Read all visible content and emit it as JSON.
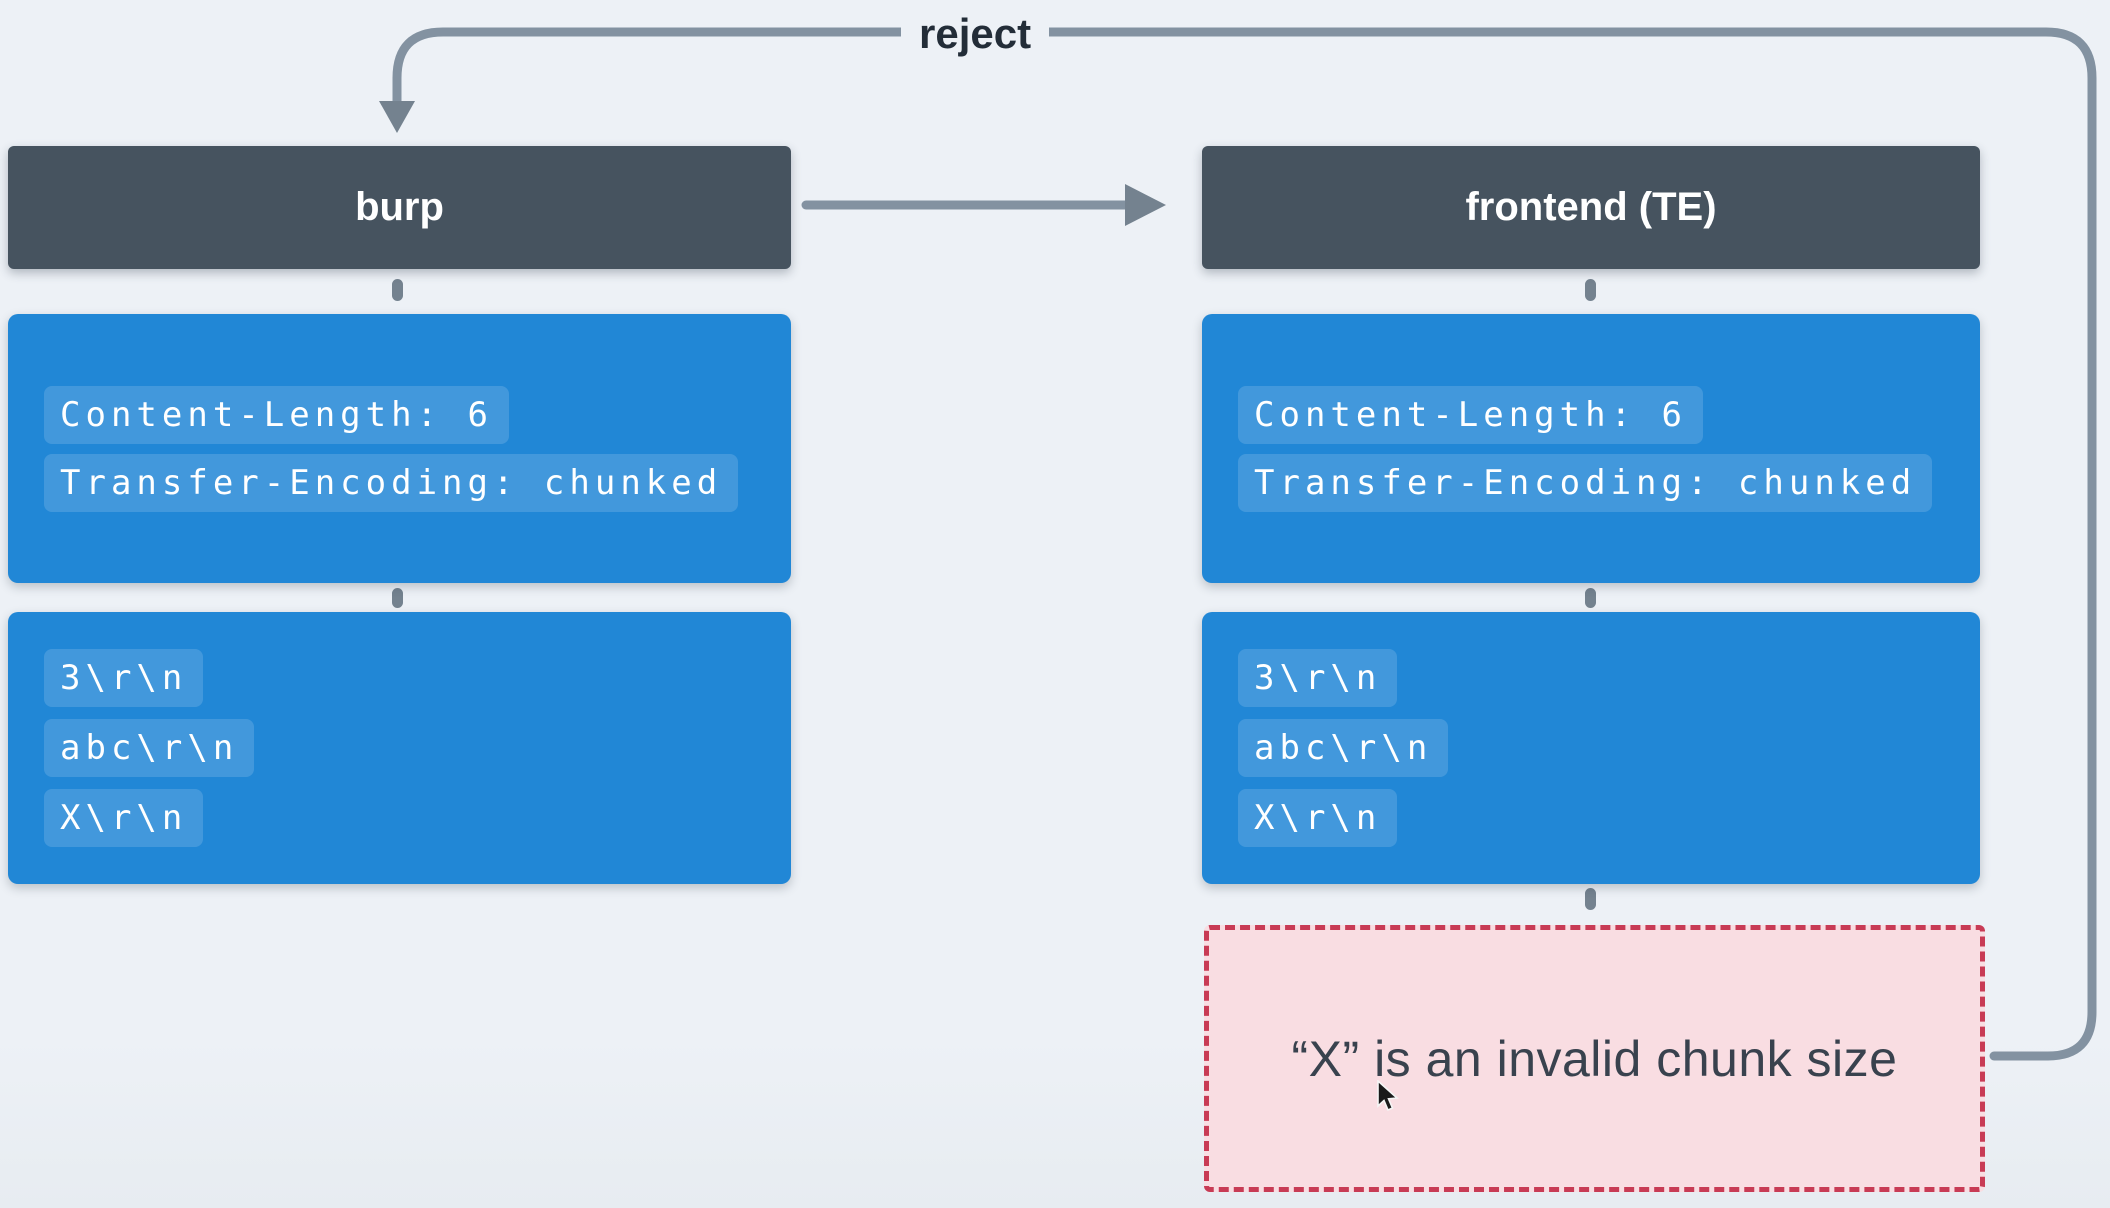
{
  "reject_label": "reject",
  "columns": [
    {
      "title": "burp",
      "headers": [
        "Content-Length: 6",
        "Transfer-Encoding: chunked"
      ],
      "chunks": [
        "3\\r\\n",
        "abc\\r\\n",
        "X\\r\\n"
      ]
    },
    {
      "title": "frontend (TE)",
      "headers": [
        "Content-Length: 6",
        "Transfer-Encoding: chunked"
      ],
      "chunks": [
        "3\\r\\n",
        "abc\\r\\n",
        "X\\r\\n"
      ],
      "error": "“X” is an invalid chunk size"
    }
  ],
  "colors": {
    "background": "#edf1f6",
    "background_bottom": "#e7ecf1",
    "node_bg": "#46535f",
    "node_text": "#ffffff",
    "msg_bg": "#2187d6",
    "chip_bg": "rgba(255,255,255,0.15)",
    "chip_text": "#ffffff",
    "connector": "#8392a1",
    "arrow": "#74828f",
    "error_bg": "#f9dde2",
    "error_border": "#c83b55",
    "error_text": "#39424e",
    "reject_text": "#232d38"
  }
}
